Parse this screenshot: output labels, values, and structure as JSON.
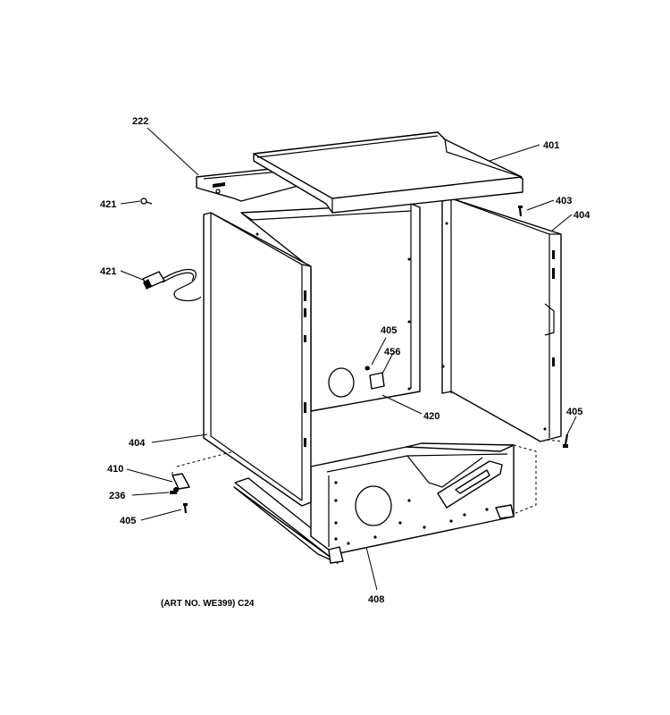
{
  "callouts": [
    {
      "id": "c222",
      "label": "222"
    },
    {
      "id": "c401",
      "label": "401"
    },
    {
      "id": "c421a",
      "label": "421"
    },
    {
      "id": "c403",
      "label": "403"
    },
    {
      "id": "c404a",
      "label": "404"
    },
    {
      "id": "c421b",
      "label": "421"
    },
    {
      "id": "c405a",
      "label": "405"
    },
    {
      "id": "c456",
      "label": "456"
    },
    {
      "id": "c420",
      "label": "420"
    },
    {
      "id": "c405b",
      "label": "405"
    },
    {
      "id": "c404b",
      "label": "404"
    },
    {
      "id": "c410",
      "label": "410"
    },
    {
      "id": "c236",
      "label": "236"
    },
    {
      "id": "c405c",
      "label": "405"
    },
    {
      "id": "c408",
      "label": "408"
    }
  ],
  "art_note": "(ART NO. WE399) C24",
  "colors": {
    "line": "#000000",
    "background": "#ffffff"
  }
}
